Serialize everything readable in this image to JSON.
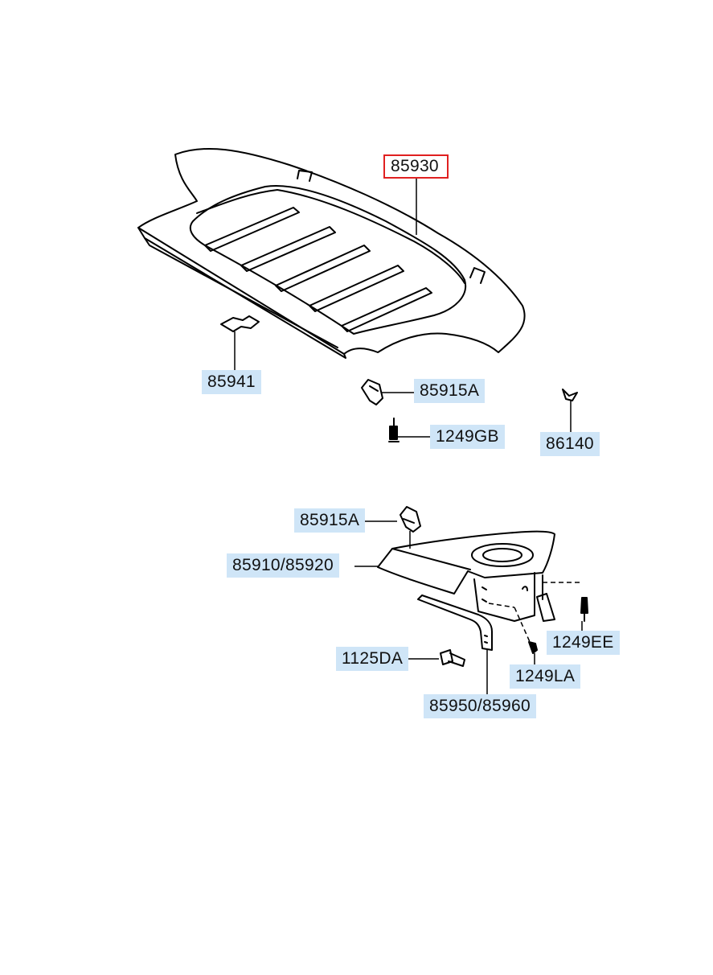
{
  "labels": {
    "shelf": "85930",
    "bracket_shelf": "85941",
    "clip_upper": "85915A",
    "screw_upper": "1249GB",
    "fastener": "86140",
    "clip_lower": "85915A",
    "trim": "85910/85920",
    "bolt": "1125DA",
    "bracket": "85950/85960",
    "screw_ee": "1249EE",
    "screw_la": "1249LA"
  },
  "selected": "85930",
  "colors": {
    "label_bg": "#cfe5f7",
    "selected_border": "#e02020",
    "line": "#000000"
  }
}
